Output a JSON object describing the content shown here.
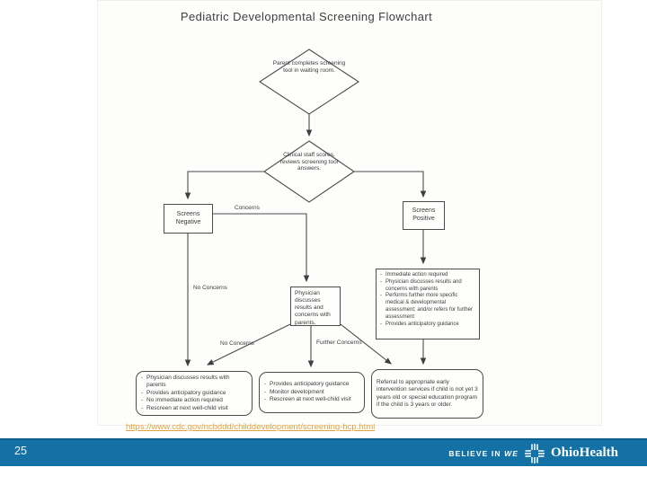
{
  "slide": {
    "page_number": "25",
    "link_text": "https://www.cdc.gov/ncbddd/childdevelopment/screening-hcp.html",
    "footer": {
      "tagline_believe_in": "BELIEVE IN",
      "tagline_we": "WE",
      "brand": "OhioHealth"
    }
  },
  "flowchart": {
    "title": "Pediatric Developmental Screening Flowchart",
    "diamond_parent": "Parent completes screening tool in waiting room.",
    "diamond_clinical": "Clinical staff scores, reviews screening tool answers.",
    "screens_negative": "Screens Negative",
    "screens_positive": "Screens Positive",
    "labels": {
      "concerns": "Concerns",
      "no_concerns_left": "No Concerns",
      "no_concerns_mid": "No Concerns",
      "further_concerns": "Further Concerns"
    },
    "physician_box": "Physician discusses results and concerns with parents.",
    "positive_action_box": {
      "items": [
        "Immediate action required",
        "Physician discusses results and concerns with parents",
        "Performs further more specific medical & developmental assessment; and/or refers for further assessment",
        "Provides anticipatory guidance"
      ]
    },
    "bottom_left_box": {
      "items": [
        "Physician discusses results with parents",
        "Provides anticipatory guidance",
        "No immediate action required",
        "Rescreen at next well-child visit"
      ]
    },
    "bottom_middle_box": {
      "items": [
        "Provides anticipatory guidance",
        "Monitor development",
        "Rescreen at next well-child visit"
      ]
    },
    "bottom_right_box": "Referral to appropriate early intervention services if child is not yet 3 years old or special education program if the child is 3 years or older."
  },
  "colors": {
    "footer_blue": "#1371a6",
    "footer_blue_dark": "#0d5f8d",
    "link_orange": "#e2a23b",
    "ink": "#3c3c3c"
  }
}
